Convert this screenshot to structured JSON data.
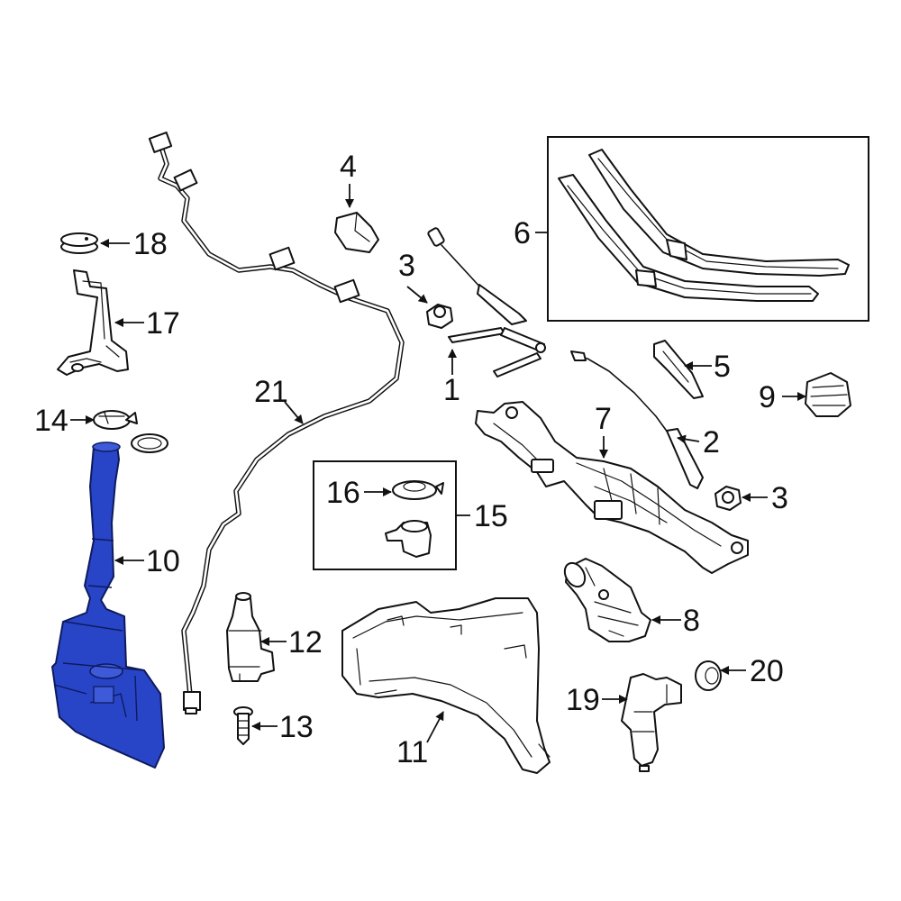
{
  "highlight_color": "#2845c8",
  "callouts": {
    "c1": "1",
    "c2": "2",
    "c3a": "3",
    "c3b": "3",
    "c4": "4",
    "c5": "5",
    "c6": "6",
    "c7": "7",
    "c8": "8",
    "c9": "9",
    "c10": "10",
    "c11": "11",
    "c12": "12",
    "c13": "13",
    "c14": "14",
    "c15": "15",
    "c16": "16",
    "c17": "17",
    "c18": "18",
    "c19": "19",
    "c20": "20",
    "c21": "21"
  }
}
